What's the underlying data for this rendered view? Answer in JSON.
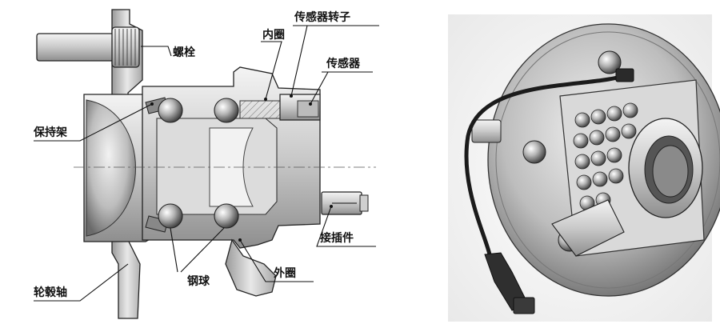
{
  "labels": {
    "bolt": "螺栓",
    "inner_ring": "内圈",
    "sensor_rotor": "传感器转子",
    "sensor": "传感器",
    "cage": "保持架",
    "hub_shaft": "轮毂轴",
    "steel_ball": "钢球",
    "outer_ring": "外圈",
    "connector": "接插件"
  }
}
